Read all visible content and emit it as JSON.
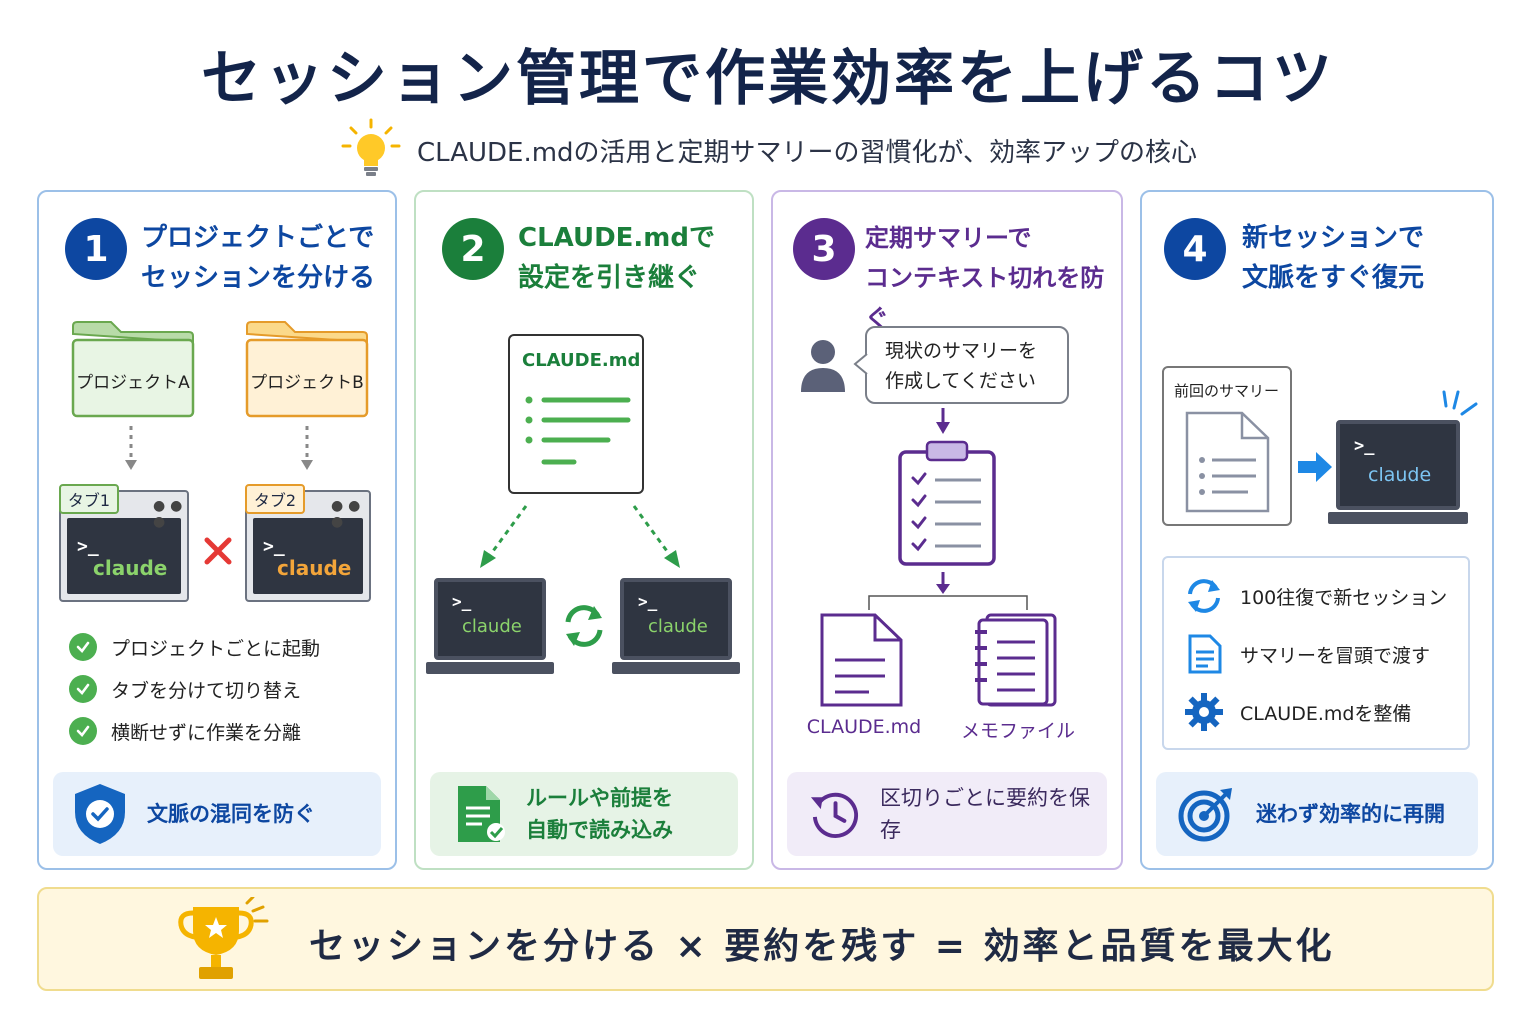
{
  "title": "セッション管理で作業効率を上げるコツ",
  "subtitle": "CLAUDE.mdの活用と定期サマリーの習慣化が、効率アップの核心",
  "colors": {
    "blue": "#0d47a1",
    "green": "#1b7f3b",
    "purple": "#5b2c8f",
    "amber": "#e0a100"
  },
  "panels": [
    {
      "number": "1",
      "title": "プロジェクトごとで\nセッションを分ける",
      "folders": [
        "プロジェクトA",
        "プロジェクトB"
      ],
      "tabs": [
        "タブ1",
        "タブ2"
      ],
      "prompt": ">_",
      "terminal_text": "claude",
      "checks": [
        "プロジェクトごとに起動",
        "タブを分けて切り替え",
        "横断せずに作業を分離"
      ],
      "footer": "文脈の混同を防ぐ",
      "icons": [
        "folder-icon",
        "terminal-icon",
        "cross-icon",
        "check-icon",
        "shield-icon"
      ]
    },
    {
      "number": "2",
      "title": "CLAUDE.mdで\n設定を引き継ぐ",
      "doc_label": "CLAUDE.md",
      "prompt": ">_",
      "laptop_text": "claude",
      "footer": "ルールや前提を\n自動で読み込み",
      "icons": [
        "document-icon",
        "laptop-icon",
        "sync-icon",
        "document-check-icon"
      ]
    },
    {
      "number": "3",
      "title": "定期サマリーで\nコンテキスト切れを防ぐ",
      "speech": "現状のサマリーを\n作成してください",
      "outputs": [
        "CLAUDE.md",
        "メモファイル"
      ],
      "footer": "区切りごとに要約を保存",
      "icons": [
        "user-icon",
        "clipboard-icon",
        "file-icon",
        "notebook-icon",
        "history-icon"
      ]
    },
    {
      "number": "4",
      "title": "新セッションで\n文脈をすぐ復元",
      "summary_label": "前回のサマリー",
      "prompt": ">_",
      "laptop_text": "claude",
      "features": [
        "100往復で新セッション",
        "サマリーを冒頭で渡す",
        "CLAUDE.mdを整備"
      ],
      "footer": "迷わず効率的に再開",
      "icons": [
        "refresh-icon",
        "doc-icon",
        "gear-icon",
        "target-icon"
      ]
    }
  ],
  "bottom_banner": "セッションを分ける × 要約を残す = 効率と品質を最大化"
}
